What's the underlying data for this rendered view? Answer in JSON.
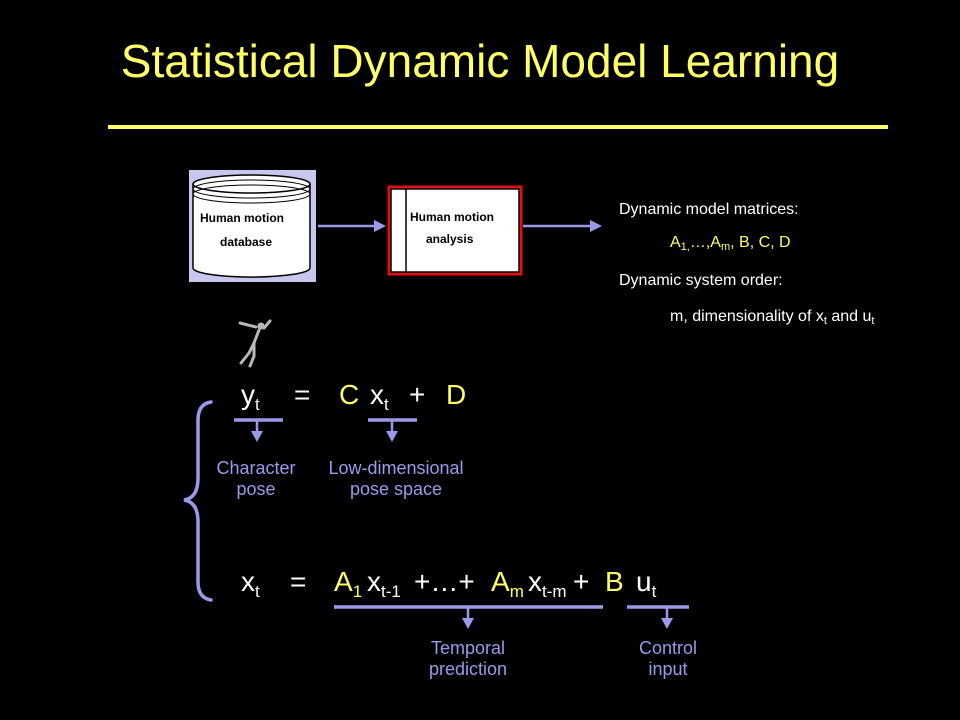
{
  "title": "Statistical Dynamic Model Learning",
  "flow": {
    "database_line1": "Human motion",
    "database_line2": "database",
    "analysis_line1": "Human motion",
    "analysis_line2": "analysis"
  },
  "outputs": {
    "matrices_heading": "Dynamic model matrices:",
    "matrices_list": {
      "a": "A",
      "a_sub1": "1,",
      "mid": "…,A",
      "a_subm": "m",
      "rest": ", B, C, D"
    },
    "order_heading": "Dynamic system order:",
    "order_line": {
      "text": "m, dimensionality of x",
      "sub1": "t",
      "and": " and u",
      "sub2": "t"
    }
  },
  "equation1": {
    "y": "y",
    "y_sub": "t",
    "equals": "=",
    "C": "C",
    "x": "x",
    "x_sub": "t",
    "plus": "+",
    "D": "D"
  },
  "labels": {
    "character_pose_1": "Character",
    "character_pose_2": "pose",
    "low_dim_1": "Low-dimensional",
    "low_dim_2": "pose space",
    "temporal_1": "Temporal",
    "temporal_2": "prediction",
    "control_1": "Control",
    "control_2": "input"
  },
  "equation2": {
    "x": "x",
    "x_sub": "t",
    "equals": "=",
    "A1": "A",
    "A1_sub": "1",
    "x1": "x",
    "x1_sub": "t-1",
    "mid": "+…+",
    "Am": "A",
    "Am_sub": "m",
    "xm": "x",
    "xm_sub": "t-m",
    "plus": "+",
    "B": "B",
    "u": "u",
    "u_sub": "t"
  },
  "colors": {
    "title": "#ffff66",
    "arrow": "#9a9ae8",
    "box_border": "#e01010",
    "background": "#000000"
  }
}
